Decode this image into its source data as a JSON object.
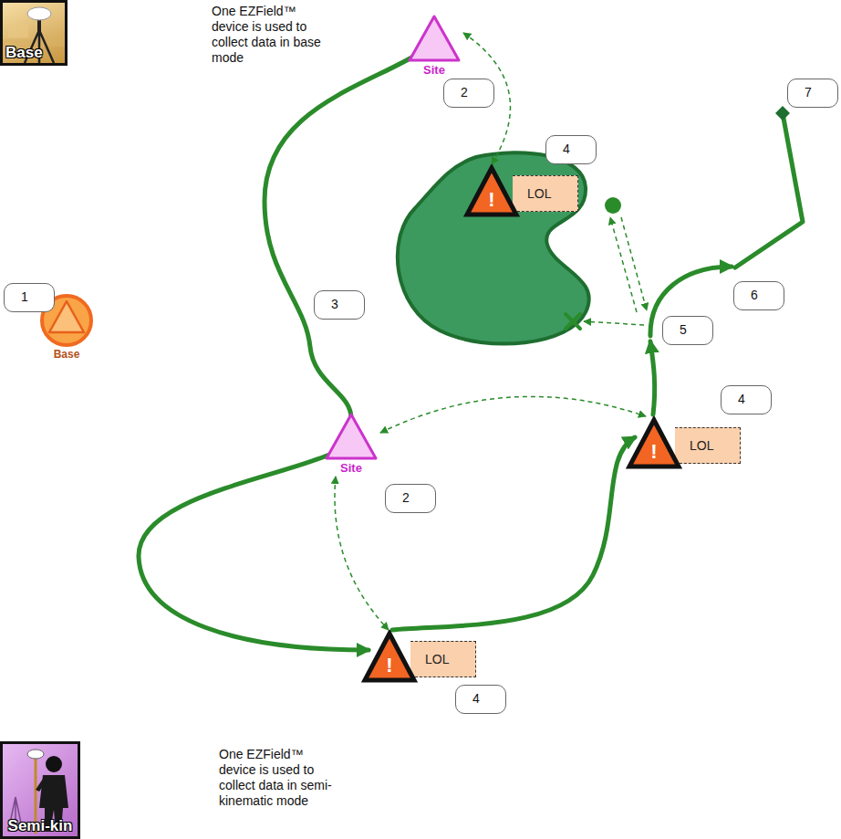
{
  "diagram": {
    "nodes": [
      {
        "text": [
          "Base"
        ]
      },
      {
        "text": [
          "Site"
        ]
      },
      {
        "text": [
          "!",
          "LOL"
        ]
      },
      {
        "text": [
          "Base"
        ]
      },
      {
        "text": [
          "Site"
        ]
      },
      {
        "text": [
          "!",
          "LOL"
        ]
      },
      {
        "text": [
          "!",
          "LOL"
        ]
      },
      {
        "text": [
          "Semi-kin"
        ]
      }
    ],
    "edges": [
      {
        "from": 1,
        "to": 2,
        "arrow": "both"
      },
      {
        "from": 4,
        "to": 5,
        "arrow": "both"
      },
      {
        "from": 4,
        "to": 6,
        "arrow": "both"
      }
    ],
    "labels": [
      "One EZField™ device is used to collect data in base mode",
      "2",
      "7",
      "4",
      "1",
      "3",
      "6",
      "5",
      "4",
      "2",
      "4",
      "One EZField™ device is used to collect data in semi-kinematic mode"
    ]
  }
}
